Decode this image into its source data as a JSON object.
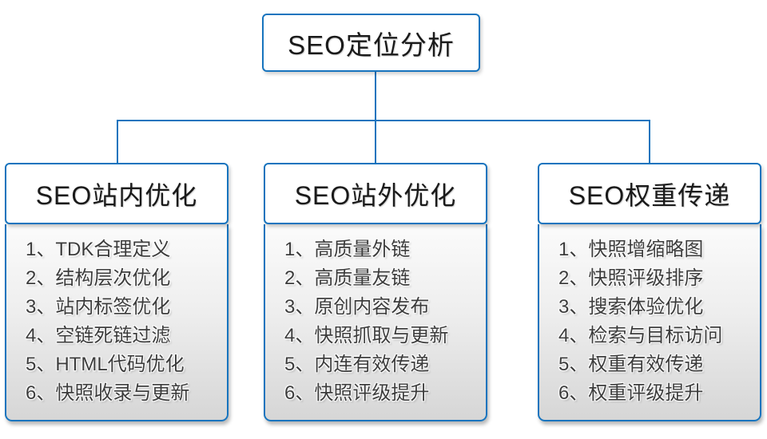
{
  "diagram": {
    "root": {
      "label": "SEO定位分析"
    },
    "branches": [
      {
        "label": "SEO站内优化",
        "items": [
          "1、TDK合理定义",
          "2、结构层次优化",
          "3、站内标签优化",
          "4、空链死链过滤",
          "5、HTML代码优化",
          "6、快照收录与更新"
        ]
      },
      {
        "label": "SEO站外优化",
        "items": [
          "1、高质量外链",
          "2、高质量友链",
          "3、原创内容发布",
          "4、快照抓取与更新",
          "5、内连有效传递",
          "6、快照评级提升"
        ]
      },
      {
        "label": "SEO权重传递",
        "items": [
          "1、快照增缩略图",
          "2、快照评级排序",
          "3、搜索体验优化",
          "4、检索与目标访问",
          "5、权重有效传递",
          "6、权重评级提升"
        ]
      }
    ],
    "colors": {
      "connector_line": "#1774BE",
      "node_border": "#1774BE",
      "header_text": "#1a1a1a",
      "list_text": "#3c3c3c",
      "node_background": "#ffffff"
    }
  }
}
